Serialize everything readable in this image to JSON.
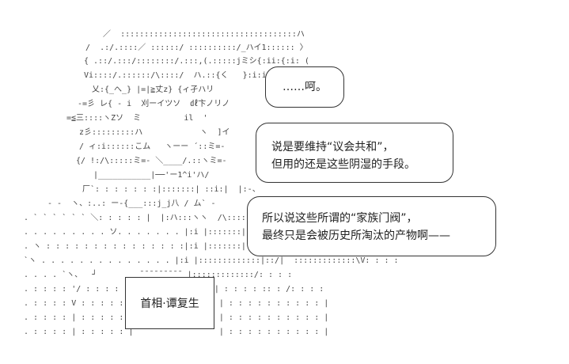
{
  "art_lines": [
    "  ／  :::::::::::::::::::::::::::::::::::::ハ",
    " /  .:/.::::／ ::::::/ ::::::::::/_ハイ1:::::: 〉",
    "{ .::/.:::/::::::::/.:::,(.:::::jミシ{:ii:{:i: (",
    "Vi::::/.::::::/\\::::/  ハ.::{く   }:i:i:::i }",
    "乂:{_へ_} |=|≧丈z} {ィ孑ハリ",
    "-=彡 レ{ - i  刈ーイツソ  ㎗卞ノリノ",
    "=≦三::::ヽZソ  ミ         il  '",
    "z彡:::::::::ハ            ヽ  ]イ",
    "/ ィ:i::::::こム   ヽーー ´::ミ=-",
    "{/ !:/\\:::::ミ=- ＼____/.::ヽミ=-",
    "|___________|──'ー1^i'ハ/",
    "厂`: : : : : : :|:::::::| ::i:|  |:-、",
    "- -  ヽ、:..: ー-{___:::j_j八 / ム` -",
    ". ` ` ` ` ` ` ＼: : : : : |  |:ハ:::ヽヽ  /\\:::::::::",
    ". . . . . . . . . ソ. . . . . . . |:i |:::::::|::::::ヽ ＼:::::::::",
    ". ヽ : : : : : : : : : : : : : : :|:i |:::::::| :::::::: /.::ハ:::::",
    "`ヽ . . . . . . . . . . . . . . |:i |:::::::::::::|::/|  :::::::::::::\\V: : : :",
    ". . . . `ヽ、  ┘         ̄ ̄ ̄ ̄ ̄ ̄ ̄ ̄ ̄  |:::::::::::::/: : : :",
    ". : : : : '/ : : : : |                  | : : : : :: : /: : : :",
    ". : : : : V : : : : : |                  | : : : : : : : : : : |",
    ". : : : : | : : : : : |                  | : : : : : : : : : : |",
    ". : : : : | : : : : : |                  | : : : : : : : : : : |"
  ],
  "bubbles": [
    {
      "id": "ah",
      "lines": [
        "……呵。"
      ]
    },
    {
      "id": "republic",
      "lines": [
        "说是要维持“议会共和”，",
        "但用的还是这些阴湿的手段。"
      ]
    },
    {
      "id": "clan",
      "lines": [
        "所以说这些所谓的“家族门阀”，",
        "最终只是会被历史所淘汰的产物啊——"
      ]
    }
  ],
  "name_box": {
    "label": "首相·谭复生"
  }
}
